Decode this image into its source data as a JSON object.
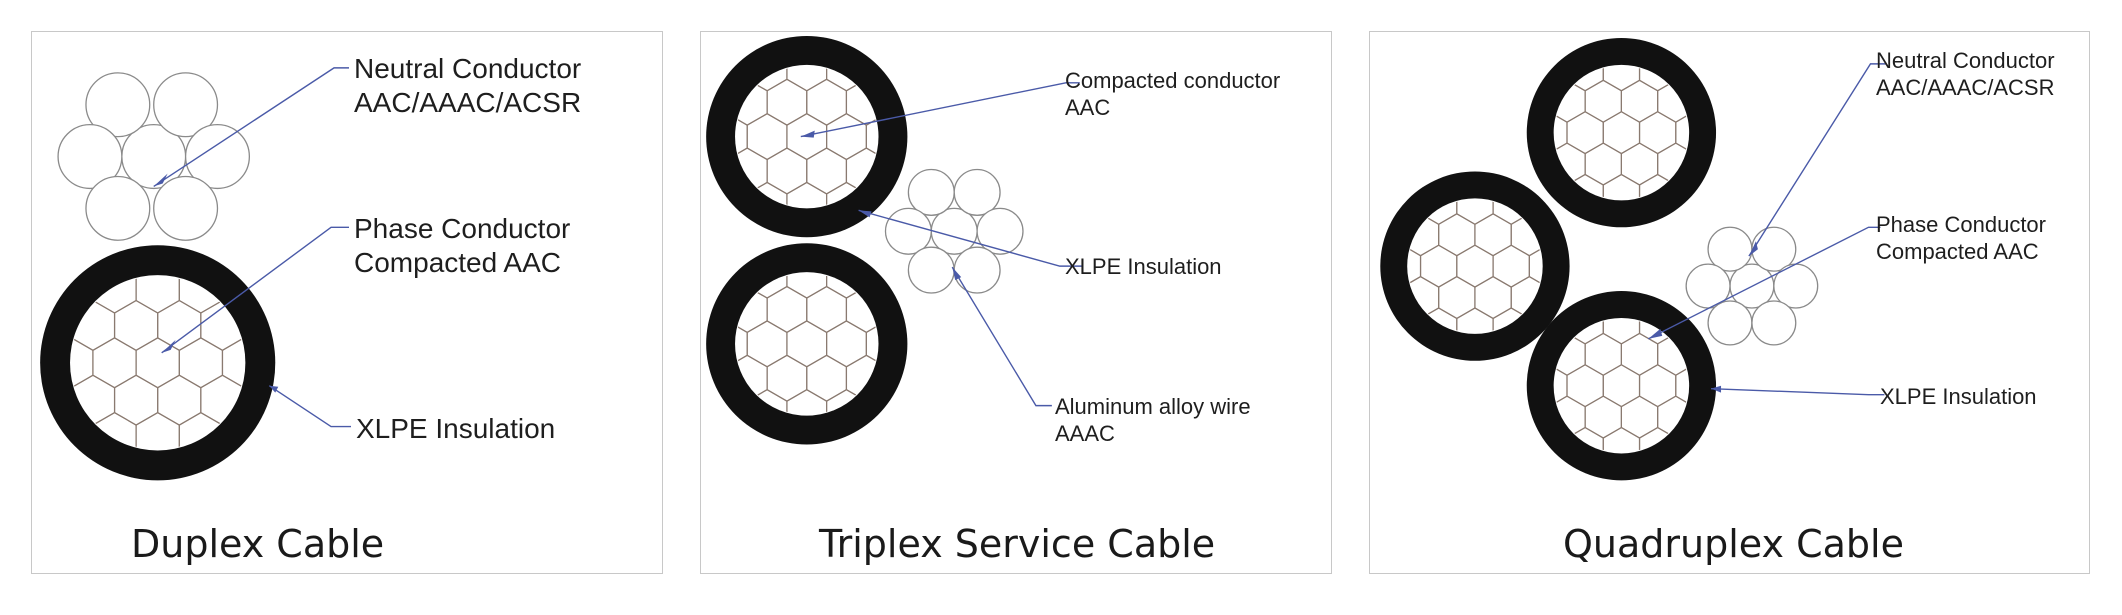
{
  "panels": [
    {
      "caption": "Duplex Cable",
      "callouts": [
        {
          "line1": "Neutral Conductor",
          "line2": "AAC/AAAC/ACSR"
        },
        {
          "line1": "Phase Conductor",
          "line2": "Compacted AAC"
        },
        {
          "line1": "XLPE Insulation"
        }
      ]
    },
    {
      "caption": "Triplex Service Cable",
      "callouts": [
        {
          "line1": "Compacted conductor",
          "line2": "AAC"
        },
        {
          "line1": "XLPE Insulation"
        },
        {
          "line1": "Aluminum alloy wire",
          "line2": "AAAC"
        }
      ]
    },
    {
      "caption": "Quadruplex Cable",
      "callouts": [
        {
          "line1": "Neutral Conductor",
          "line2": "AAC/AAAC/ACSR"
        },
        {
          "line1": "Phase Conductor",
          "line2": "Compacted AAC"
        },
        {
          "line1": "XLPE Insulation"
        }
      ]
    }
  ],
  "colors": {
    "insulation": "#111111",
    "strand_outline": "#8a8a8a",
    "hex_line": "#8a7a70",
    "leader_line": "#4a5aa8",
    "border": "#c8c8c8"
  }
}
